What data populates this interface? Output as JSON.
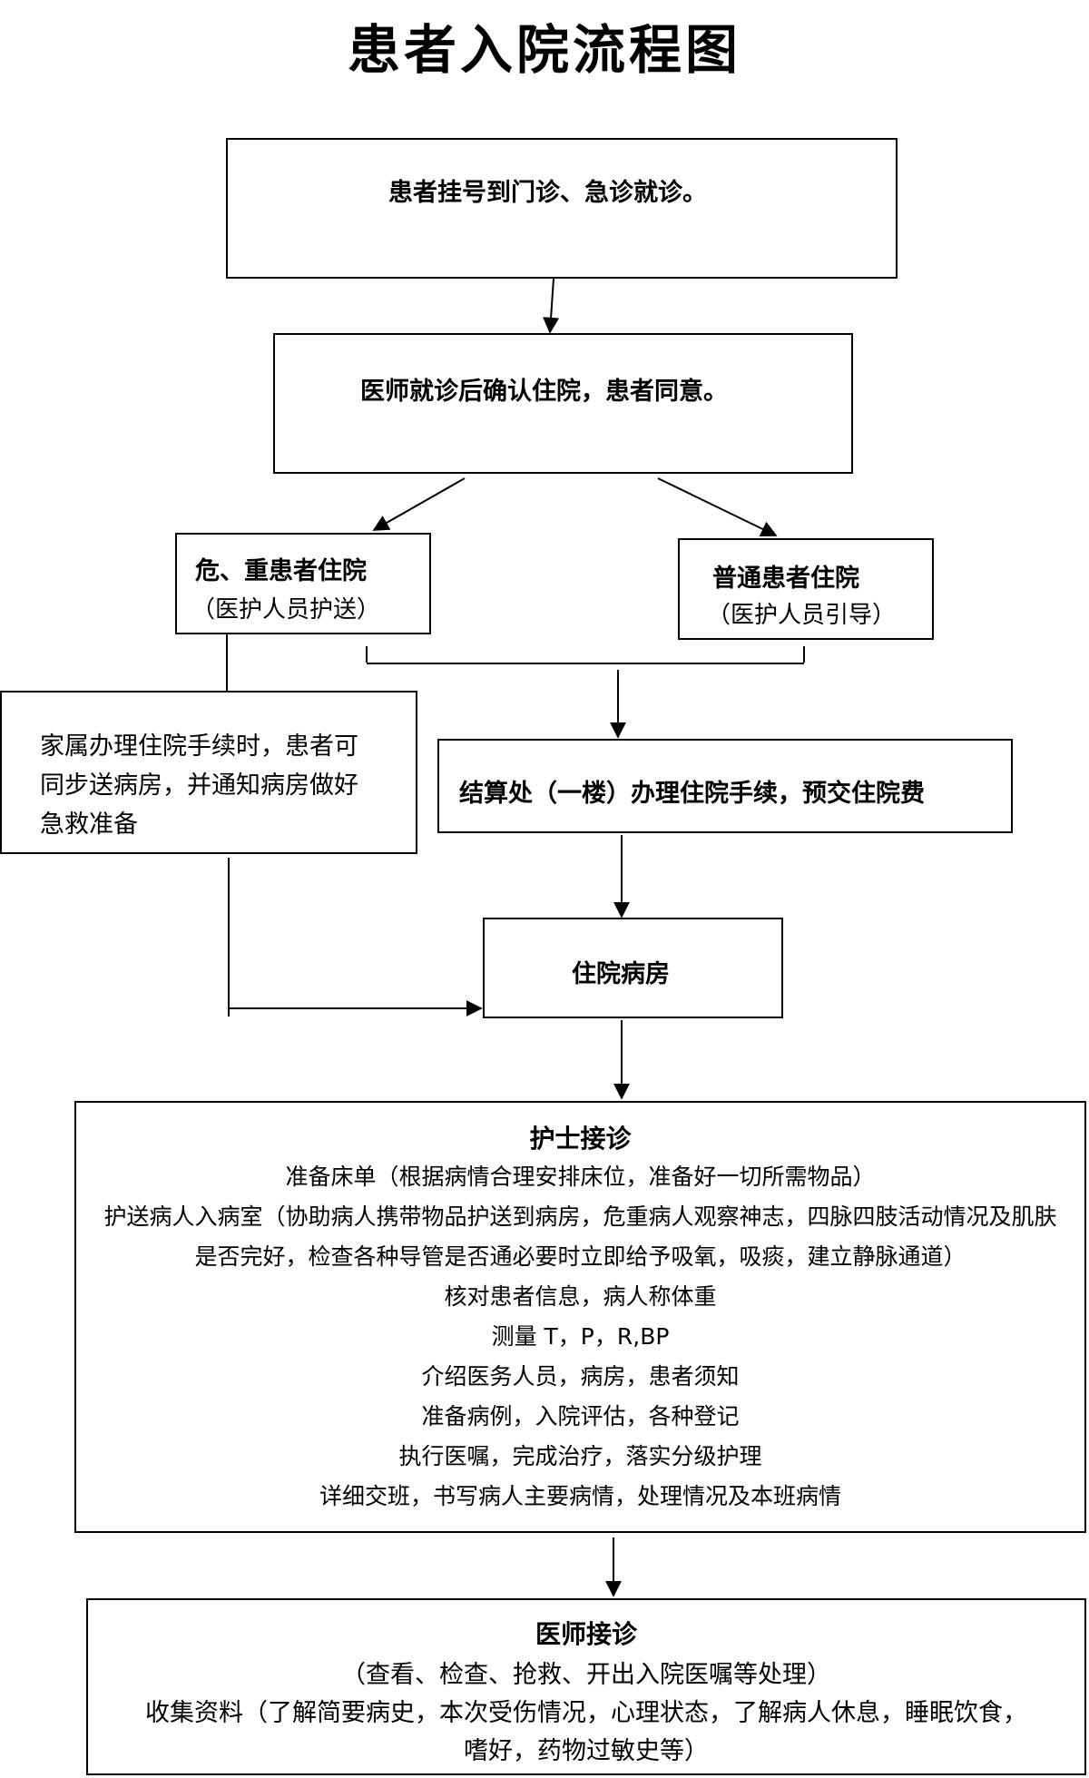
{
  "title": "患者入院流程图",
  "nodes": {
    "registration": "患者挂号到门诊、急诊就诊。",
    "confirm": "医师就诊后确认住院，患者同意。",
    "critical": {
      "title": "危、重患者住院",
      "note": "（医护人员护送）"
    },
    "normal": {
      "title": "普通患者住院",
      "note": "（医护人员引导）"
    },
    "family": [
      "家属办理住院手续时，患者可",
      "同步送病房，并通知病房做好",
      "急救准备"
    ],
    "billing": "结算处（一楼）办理住院手续，预交住院费",
    "ward": "住院病房",
    "nurse": {
      "title": "护士接诊",
      "lines": [
        "准备床单（根据病情合理安排床位，准备好一切所需物品）",
        "护送病人入病室（协助病人携带物品护送到病房，危重病人观察神志，四脉四肢活动情况及肌肤",
        "是否完好，检查各种导管是否通必要时立即给予吸氧，吸痰，建立静脉通道）",
        "核对患者信息，病人称体重",
        "测量 T，P，R,BP",
        "介绍医务人员，病房，患者须知",
        "准备病例，入院评估，各种登记",
        "执行医嘱，完成治疗，落实分级护理",
        "详细交班，书写病人主要病情，处理情况及本班病情"
      ]
    },
    "doctor": {
      "title": "医师接诊",
      "lines": [
        "（查看、检查、抢救、开出入院医嘱等处理）",
        "收集资料（了解简要病史，本次受伤情况，心理状态，了解病人休息，睡眠饮食，",
        "嗜好，药物过敏史等）"
      ]
    }
  }
}
